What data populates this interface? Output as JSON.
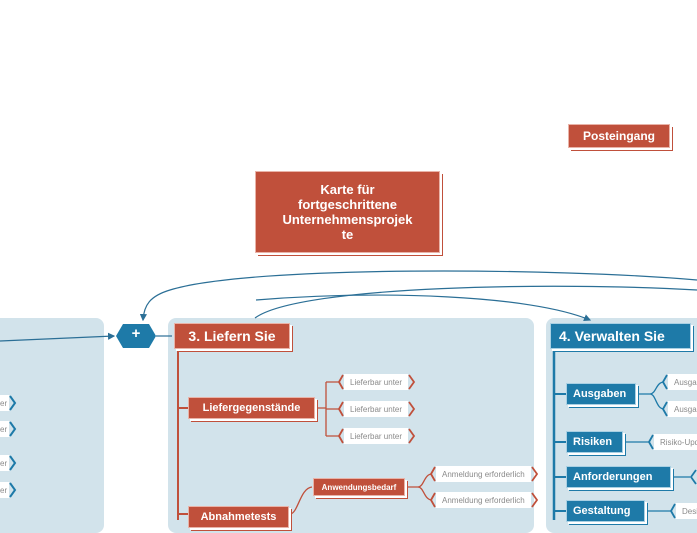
{
  "inbox": {
    "label": "Posteingang"
  },
  "central_topic": {
    "label": "Karte für fortgeschrittene Unternehmensprojekte",
    "lines": [
      "Karte für",
      "fortgeschrittene",
      "Unternehmensprojek",
      "te"
    ]
  },
  "collapse_button": {
    "label": "+"
  },
  "branches": {
    "deliver": {
      "title": "3. Liefern Sie",
      "deliverables": {
        "label": "Liefergegenstände",
        "children": [
          "Lieferbar unter",
          "Lieferbar unter",
          "Lieferbar unter"
        ]
      },
      "application_need": {
        "label": "Anwendungsbedarf",
        "children": [
          "Anmeldung erforderlich",
          "Anmeldung erforderlich"
        ]
      },
      "acceptance_tests": {
        "label": "Abnahmetests"
      }
    },
    "manage": {
      "title": "4. Verwalten Sie",
      "expenses": {
        "label": "Ausgaben",
        "children": [
          "Ausgabe",
          "Ausgabe"
        ]
      },
      "risks": {
        "label": "Risiken",
        "children": [
          "Risiko-Upda"
        ]
      },
      "requirements": {
        "label": "Anforderungen"
      },
      "design": {
        "label": "Gestaltung",
        "children": [
          "Desig"
        ]
      }
    },
    "left_partial": {
      "children": [
        "er",
        "er",
        "er",
        "er"
      ]
    }
  },
  "colors": {
    "red": "#c0503b",
    "blue": "#1e7aa8",
    "panel": "#d2e3eb",
    "line": "#2b6f96"
  }
}
